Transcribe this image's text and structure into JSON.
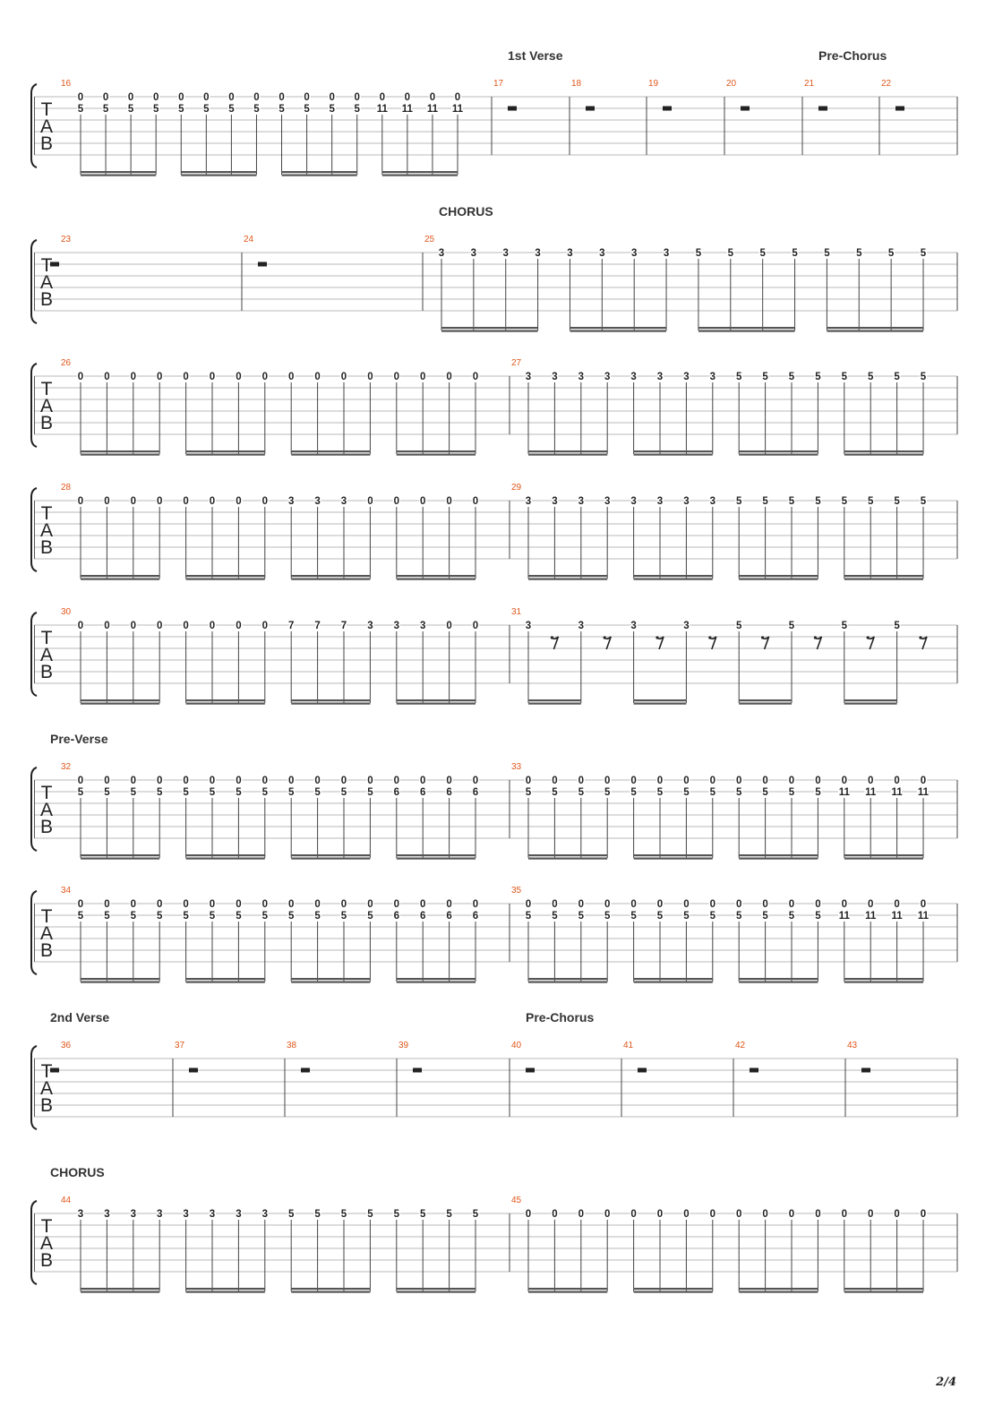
{
  "page": {
    "page_number": "2/4"
  },
  "clef": {
    "letters": [
      "T",
      "A",
      "B"
    ]
  },
  "systems": [
    {
      "labels": [
        {
          "text": "1st Verse",
          "measure_index": 1,
          "offset": 18
        },
        {
          "text": "Pre-Chorus",
          "measure_index": 5,
          "offset": 18
        }
      ],
      "measures": [
        {
          "number": "16",
          "beats": 16,
          "notes": [
            [
              "0",
              "5"
            ],
            [
              "0",
              "5"
            ],
            [
              "0",
              "5"
            ],
            [
              "0",
              "5"
            ],
            [
              "0",
              "5"
            ],
            [
              "0",
              "5"
            ],
            [
              "0",
              "5"
            ],
            [
              "0",
              "5"
            ],
            [
              "0",
              "5"
            ],
            [
              "0",
              "5"
            ],
            [
              "0",
              "5"
            ],
            [
              "0",
              "5"
            ],
            [
              "0",
              "11"
            ],
            [
              "0",
              "11"
            ],
            [
              "0",
              "11"
            ],
            [
              "0",
              "11"
            ]
          ]
        },
        {
          "number": "17",
          "rest": true
        },
        {
          "number": "18",
          "rest": true
        },
        {
          "number": "19",
          "rest": true
        },
        {
          "number": "20",
          "rest": true
        },
        {
          "number": "21",
          "rest": true
        },
        {
          "number": "22",
          "rest": true
        }
      ]
    },
    {
      "labels": [
        {
          "text": "CHORUS",
          "measure_index": 2,
          "offset": 18
        }
      ],
      "measures": [
        {
          "number": "23",
          "rest": true
        },
        {
          "number": "24",
          "rest": true
        },
        {
          "number": "25",
          "beats": 16,
          "notes": [
            [
              "3"
            ],
            [
              "3"
            ],
            [
              "3"
            ],
            [
              "3"
            ],
            [
              "3"
            ],
            [
              "3"
            ],
            [
              "3"
            ],
            [
              "3"
            ],
            [
              "5"
            ],
            [
              "5"
            ],
            [
              "5"
            ],
            [
              "5"
            ],
            [
              "5"
            ],
            [
              "5"
            ],
            [
              "5"
            ],
            [
              "5"
            ]
          ]
        }
      ]
    },
    {
      "labels": [],
      "measures": [
        {
          "number": "26",
          "beats": 16,
          "notes": [
            [
              "0"
            ],
            [
              "0"
            ],
            [
              "0"
            ],
            [
              "0"
            ],
            [
              "0"
            ],
            [
              "0"
            ],
            [
              "0"
            ],
            [
              "0"
            ],
            [
              "0"
            ],
            [
              "0"
            ],
            [
              "0"
            ],
            [
              "0"
            ],
            [
              "0"
            ],
            [
              "0"
            ],
            [
              "0"
            ],
            [
              "0"
            ]
          ]
        },
        {
          "number": "27",
          "beats": 16,
          "notes": [
            [
              "3"
            ],
            [
              "3"
            ],
            [
              "3"
            ],
            [
              "3"
            ],
            [
              "3"
            ],
            [
              "3"
            ],
            [
              "3"
            ],
            [
              "3"
            ],
            [
              "5"
            ],
            [
              "5"
            ],
            [
              "5"
            ],
            [
              "5"
            ],
            [
              "5"
            ],
            [
              "5"
            ],
            [
              "5"
            ],
            [
              "5"
            ]
          ]
        }
      ]
    },
    {
      "labels": [],
      "measures": [
        {
          "number": "28",
          "beats": 16,
          "notes": [
            [
              "0"
            ],
            [
              "0"
            ],
            [
              "0"
            ],
            [
              "0"
            ],
            [
              "0"
            ],
            [
              "0"
            ],
            [
              "0"
            ],
            [
              "0"
            ],
            [
              "3"
            ],
            [
              "3"
            ],
            [
              "3"
            ],
            [
              "0"
            ],
            [
              "0"
            ],
            [
              "0"
            ],
            [
              "0"
            ],
            [
              "0"
            ]
          ]
        },
        {
          "number": "29",
          "beats": 16,
          "notes": [
            [
              "3"
            ],
            [
              "3"
            ],
            [
              "3"
            ],
            [
              "3"
            ],
            [
              "3"
            ],
            [
              "3"
            ],
            [
              "3"
            ],
            [
              "3"
            ],
            [
              "5"
            ],
            [
              "5"
            ],
            [
              "5"
            ],
            [
              "5"
            ],
            [
              "5"
            ],
            [
              "5"
            ],
            [
              "5"
            ],
            [
              "5"
            ]
          ]
        }
      ]
    },
    {
      "labels": [],
      "measures": [
        {
          "number": "30",
          "beats": 16,
          "notes": [
            [
              "0"
            ],
            [
              "0"
            ],
            [
              "0"
            ],
            [
              "0"
            ],
            [
              "0"
            ],
            [
              "0"
            ],
            [
              "0"
            ],
            [
              "0"
            ],
            [
              "7"
            ],
            [
              "7"
            ],
            [
              "7"
            ],
            [
              "3"
            ],
            [
              "3"
            ],
            [
              "3"
            ],
            [
              "0"
            ],
            [
              "0"
            ]
          ]
        },
        {
          "number": "31",
          "beats": 8,
          "notes": [
            [
              "3"
            ],
            "r",
            [
              "3"
            ],
            "r",
            [
              "3"
            ],
            "r",
            [
              "3"
            ],
            "r",
            [
              "5"
            ],
            "r",
            [
              "5"
            ],
            "r",
            [
              "5"
            ],
            "r",
            [
              "5"
            ],
            "r"
          ]
        }
      ]
    },
    {
      "labels": [
        {
          "text": "Pre-Verse",
          "measure_index": 0,
          "offset": 18
        }
      ],
      "measures": [
        {
          "number": "32",
          "beats": 16,
          "notes": [
            [
              "0",
              "5"
            ],
            [
              "0",
              "5"
            ],
            [
              "0",
              "5"
            ],
            [
              "0",
              "5"
            ],
            [
              "0",
              "5"
            ],
            [
              "0",
              "5"
            ],
            [
              "0",
              "5"
            ],
            [
              "0",
              "5"
            ],
            [
              "0",
              "5"
            ],
            [
              "0",
              "5"
            ],
            [
              "0",
              "5"
            ],
            [
              "0",
              "5"
            ],
            [
              "0",
              "6"
            ],
            [
              "0",
              "6"
            ],
            [
              "0",
              "6"
            ],
            [
              "0",
              "6"
            ]
          ]
        },
        {
          "number": "33",
          "beats": 16,
          "notes": [
            [
              "0",
              "5"
            ],
            [
              "0",
              "5"
            ],
            [
              "0",
              "5"
            ],
            [
              "0",
              "5"
            ],
            [
              "0",
              "5"
            ],
            [
              "0",
              "5"
            ],
            [
              "0",
              "5"
            ],
            [
              "0",
              "5"
            ],
            [
              "0",
              "5"
            ],
            [
              "0",
              "5"
            ],
            [
              "0",
              "5"
            ],
            [
              "0",
              "5"
            ],
            [
              "0",
              "11"
            ],
            [
              "0",
              "11"
            ],
            [
              "0",
              "11"
            ],
            [
              "0",
              "11"
            ]
          ]
        }
      ]
    },
    {
      "labels": [],
      "measures": [
        {
          "number": "34",
          "beats": 16,
          "notes": [
            [
              "0",
              "5"
            ],
            [
              "0",
              "5"
            ],
            [
              "0",
              "5"
            ],
            [
              "0",
              "5"
            ],
            [
              "0",
              "5"
            ],
            [
              "0",
              "5"
            ],
            [
              "0",
              "5"
            ],
            [
              "0",
              "5"
            ],
            [
              "0",
              "5"
            ],
            [
              "0",
              "5"
            ],
            [
              "0",
              "5"
            ],
            [
              "0",
              "5"
            ],
            [
              "0",
              "6"
            ],
            [
              "0",
              "6"
            ],
            [
              "0",
              "6"
            ],
            [
              "0",
              "6"
            ]
          ]
        },
        {
          "number": "35",
          "beats": 16,
          "notes": [
            [
              "0",
              "5"
            ],
            [
              "0",
              "5"
            ],
            [
              "0",
              "5"
            ],
            [
              "0",
              "5"
            ],
            [
              "0",
              "5"
            ],
            [
              "0",
              "5"
            ],
            [
              "0",
              "5"
            ],
            [
              "0",
              "5"
            ],
            [
              "0",
              "5"
            ],
            [
              "0",
              "5"
            ],
            [
              "0",
              "5"
            ],
            [
              "0",
              "5"
            ],
            [
              "0",
              "11"
            ],
            [
              "0",
              "11"
            ],
            [
              "0",
              "11"
            ],
            [
              "0",
              "11"
            ]
          ]
        }
      ]
    },
    {
      "labels": [
        {
          "text": "2nd Verse",
          "measure_index": 0,
          "offset": 18
        },
        {
          "text": "Pre-Chorus",
          "measure_index": 4,
          "offset": 18
        }
      ],
      "measures": [
        {
          "number": "36",
          "rest": true
        },
        {
          "number": "37",
          "rest": true
        },
        {
          "number": "38",
          "rest": true
        },
        {
          "number": "39",
          "rest": true
        },
        {
          "number": "40",
          "rest": true
        },
        {
          "number": "41",
          "rest": true
        },
        {
          "number": "42",
          "rest": true
        },
        {
          "number": "43",
          "rest": true
        }
      ]
    },
    {
      "labels": [
        {
          "text": "CHORUS",
          "measure_index": 0,
          "offset": 18
        }
      ],
      "measures": [
        {
          "number": "44",
          "beats": 16,
          "notes": [
            [
              "3"
            ],
            [
              "3"
            ],
            [
              "3"
            ],
            [
              "3"
            ],
            [
              "3"
            ],
            [
              "3"
            ],
            [
              "3"
            ],
            [
              "3"
            ],
            [
              "5"
            ],
            [
              "5"
            ],
            [
              "5"
            ],
            [
              "5"
            ],
            [
              "5"
            ],
            [
              "5"
            ],
            [
              "5"
            ],
            [
              "5"
            ]
          ]
        },
        {
          "number": "45",
          "beats": 16,
          "notes": [
            [
              "0"
            ],
            [
              "0"
            ],
            [
              "0"
            ],
            [
              "0"
            ],
            [
              "0"
            ],
            [
              "0"
            ],
            [
              "0"
            ],
            [
              "0"
            ],
            [
              "0"
            ],
            [
              "0"
            ],
            [
              "0"
            ],
            [
              "0"
            ],
            [
              "0"
            ],
            [
              "0"
            ],
            [
              "0"
            ],
            [
              "0"
            ]
          ]
        }
      ]
    }
  ]
}
